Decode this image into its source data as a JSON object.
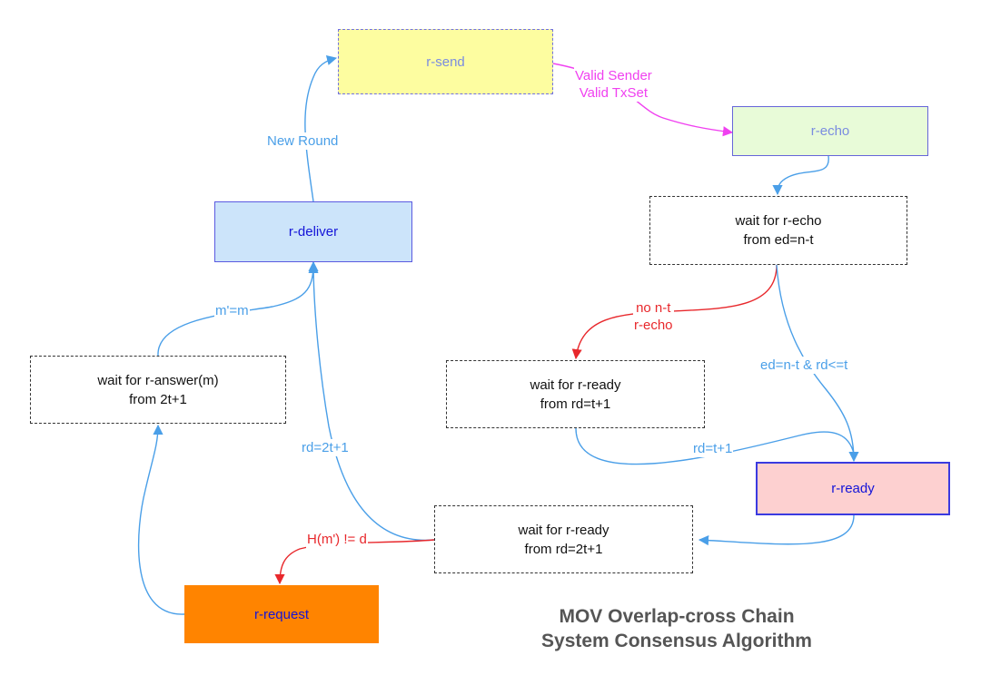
{
  "colors": {
    "blue_edge": "#4A9FE8",
    "magenta_edge": "#F040F0",
    "red_edge": "#E8282C",
    "node_text": "#1414D8",
    "light_node_text": "#7A8CE0"
  },
  "nodes": {
    "r_send": {
      "label": "r-send",
      "fill": "#FDFDA0",
      "border": "#7070E0"
    },
    "r_echo": {
      "label": "r-echo",
      "fill": "#E8FBD8",
      "border": "#6666D9"
    },
    "wait_echo": {
      "line1": "wait for r-echo",
      "line2": "from ed=n-t"
    },
    "r_deliver": {
      "label": "r-deliver",
      "fill": "#CCE4FA",
      "border": "#5A5AE0"
    },
    "wait_answer": {
      "line1": "wait for r-answer(m)",
      "line2": "from 2t+1"
    },
    "wait_ready_t1": {
      "line1": "wait for r-ready",
      "line2": "from rd=t+1"
    },
    "r_ready": {
      "label": "r-ready",
      "fill": "#FDD0D0",
      "border": "#3A3AE0"
    },
    "wait_ready_2t1": {
      "line1": "wait for r-ready",
      "line2": "from rd=2t+1"
    },
    "r_request": {
      "label": "r-request",
      "fill": "#FF8400",
      "border": "#FF8400"
    }
  },
  "edges": {
    "new_round": "New Round",
    "valid_line1": "Valid Sender",
    "valid_line2": "Valid TxSet",
    "no_nt_line1": "no n-t",
    "no_nt_line2": "r-echo",
    "ed_rd": "ed=n-t & rd<=t",
    "rd_t1": "rd=t+1",
    "m_eq": "m'=m",
    "rd_2t1": "rd=2t+1",
    "hash_neq": "H(m') != d"
  },
  "title": {
    "line1": "MOV Overlap-cross Chain",
    "line2": "System Consensus Algorithm"
  }
}
